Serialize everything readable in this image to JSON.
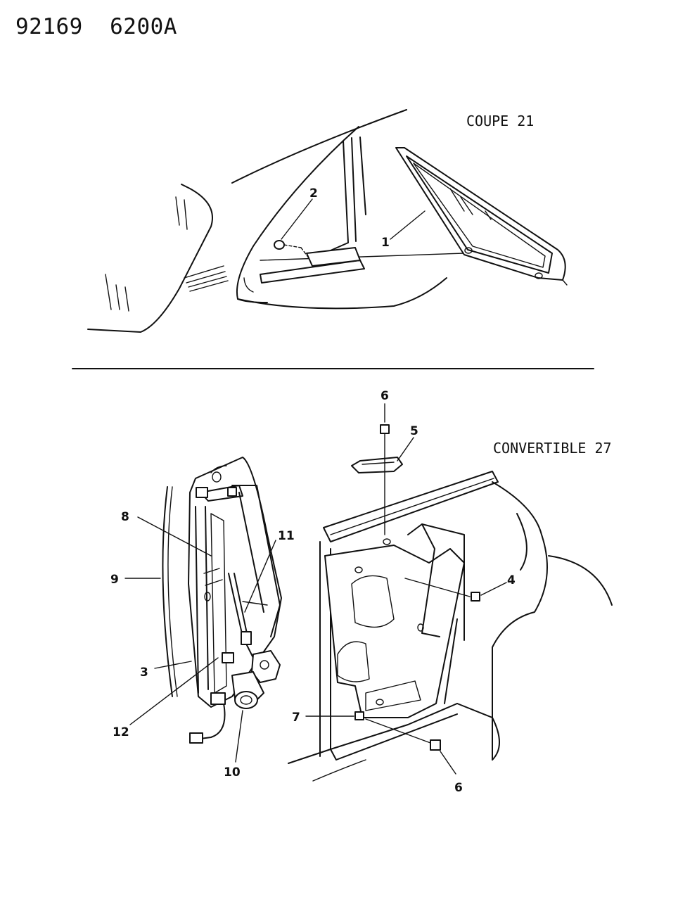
{
  "header": {
    "code": "92169  6200A"
  },
  "sections": {
    "coupe": {
      "label": "COUPE 21"
    },
    "convertible": {
      "label": "CONVERTIBLE 27"
    }
  },
  "callouts": {
    "c1": "1",
    "c2": "2",
    "c3": "3",
    "c4": "4",
    "c5": "5",
    "c6a": "6",
    "c6b": "6",
    "c7": "7",
    "c8": "8",
    "c9": "9",
    "c10": "10",
    "c11": "11",
    "c12": "12"
  }
}
